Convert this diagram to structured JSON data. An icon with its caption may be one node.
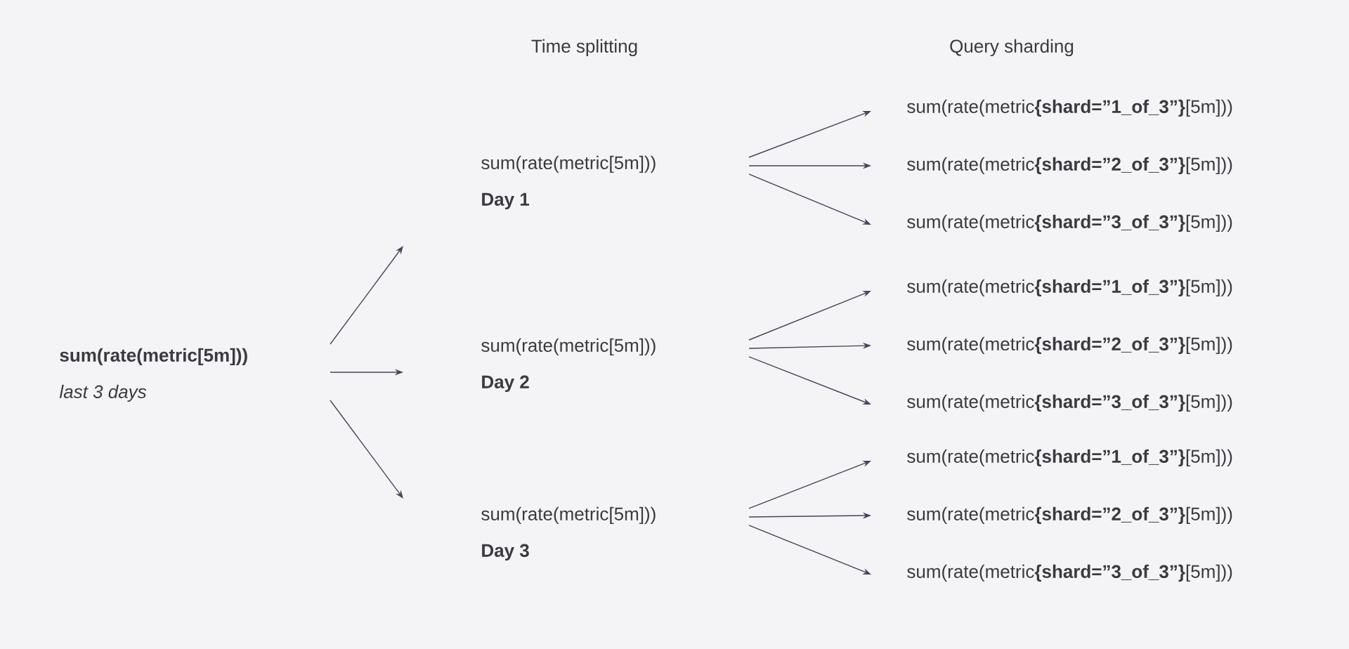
{
  "diagram": {
    "nodes": [
      {
        "text": [
          "sum(rate(metric[5m]))",
          "last 3 days"
        ]
      },
      {
        "text": [
          "sum(rate(metric[5m]))",
          "Day 1"
        ]
      },
      {
        "text": [
          "sum(rate(metric[5m]))",
          "Day 2"
        ]
      },
      {
        "text": [
          "sum(rate(metric[5m]))",
          "Day 3"
        ]
      },
      {
        "text": [
          "sum(rate(metric**{shard=”1_of_3”}**[5m]))"
        ]
      },
      {
        "text": [
          "sum(rate(metric**{shard=”2_of_3”}**[5m]))"
        ]
      },
      {
        "text": [
          "sum(rate(metric**{shard=”3_of_3”}**[5m]))"
        ]
      },
      {
        "text": [
          "sum(rate(metric**{shard=”1_of_3”}**[5m]))"
        ]
      },
      {
        "text": [
          "sum(rate(metric**{shard=”2_of_3”}**[5m]))"
        ]
      },
      {
        "text": [
          "sum(rate(metric**{shard=”3_of_3”}**[5m]))"
        ]
      },
      {
        "text": [
          "sum(rate(metric**{shard=”1_of_3”}**[5m]))"
        ]
      },
      {
        "text": [
          "sum(rate(metric**{shard=”2_of_3”}**[5m]))"
        ]
      },
      {
        "text": [
          "sum(rate(metric**{shard=”3_of_3”}**[5m]))"
        ]
      }
    ],
    "edges": [
      {
        "from": 0,
        "to": 1,
        "arrow": "to"
      },
      {
        "from": 0,
        "to": 2,
        "arrow": "to"
      },
      {
        "from": 0,
        "to": 3,
        "arrow": "to"
      },
      {
        "from": 1,
        "to": 4,
        "arrow": "to"
      },
      {
        "from": 1,
        "to": 5,
        "arrow": "to"
      },
      {
        "from": 1,
        "to": 6,
        "arrow": "to"
      },
      {
        "from": 2,
        "to": 7,
        "arrow": "to"
      },
      {
        "from": 2,
        "to": 8,
        "arrow": "to"
      },
      {
        "from": 2,
        "to": 9,
        "arrow": "to"
      },
      {
        "from": 3,
        "to": 10,
        "arrow": "to"
      },
      {
        "from": 3,
        "to": 11,
        "arrow": "to"
      },
      {
        "from": 3,
        "to": 12,
        "arrow": "to"
      }
    ],
    "labels": [
      "Time splitting",
      "Query sharding"
    ]
  }
}
